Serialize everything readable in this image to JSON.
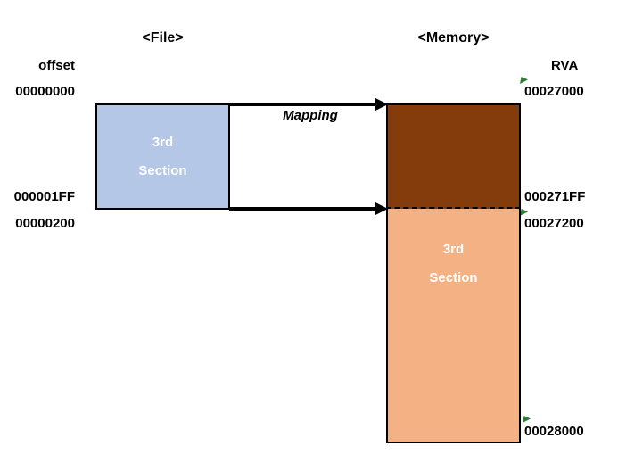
{
  "file_panel": {
    "title": "<File>",
    "axis_label": "offset",
    "offsets": [
      "00000000",
      "000001FF",
      "00000200"
    ],
    "section_line1": "3rd",
    "section_line2": "Section"
  },
  "memory_panel": {
    "title": "<Memory>",
    "axis_label": "RVA",
    "rva_start": "00027000",
    "rva_header_end": "000271FF",
    "rva_section_start": "00027200",
    "rva_end": "00028000",
    "section_line1": "3rd",
    "section_line2": "Section"
  },
  "mapping": {
    "label": "Mapping"
  },
  "colors": {
    "file_section_fill": "#B4C7E7",
    "memory_header_fill": "#843C0C",
    "memory_section_fill": "#F4B183",
    "marker_green": "#2E7D32",
    "line_black": "#000000"
  },
  "icons": {
    "corner_marker": "green-triangle-marker"
  }
}
